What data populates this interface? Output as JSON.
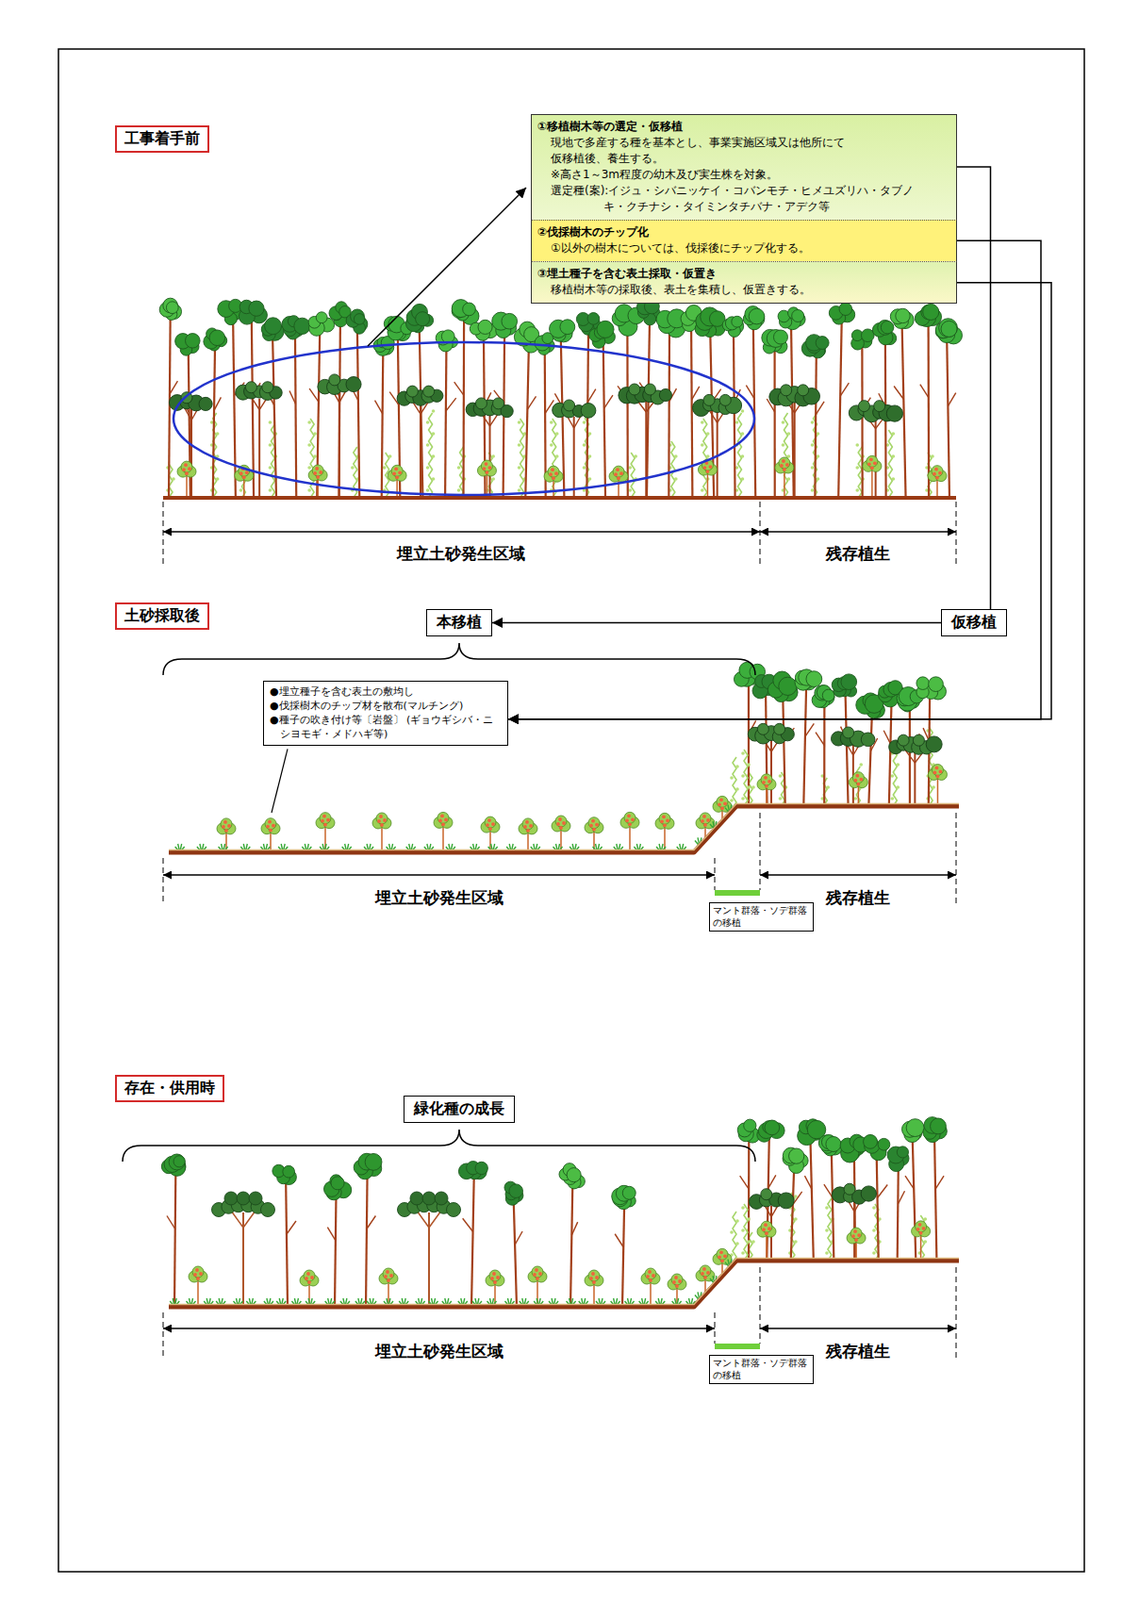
{
  "diagram": {
    "nodes": [
      {
        "text": [
          "工事着手前"
        ]
      },
      {
        "text": [
          "①移植樹木等の選定・仮移植",
          "現地で多産する種を基本とし、事業実施区域又は他所にて仮移植後、養生する。",
          "※高さ1～3m程度の幼木及び実生株を対象。",
          "選定種(案):イジュ・シバニッケイ・コバンモチ・ヒメユズリハ・タブノキ・クチナシ・タイミンタチバナ・アデク等"
        ]
      },
      {
        "text": [
          "②伐採樹木のチップ化",
          "①以外の樹木については、伐採後にチップ化する。"
        ]
      },
      {
        "text": [
          "③埋土種子を含む表土採取・仮置き",
          "移植樹木等の採取後、表土を集積し、仮置きする。"
        ]
      },
      {
        "text": [
          "土砂採取後"
        ]
      },
      {
        "text": [
          "本移植"
        ]
      },
      {
        "text": [
          "仮移植"
        ]
      },
      {
        "text": [
          "●埋立種子を含む表土の敷均し",
          "●伐採樹木のチップ材を散布(マルチング)",
          "●種子の吹き付け等〔岩盤〕 (ギョウギシバ・ニシヨモギ・メドハギ等)"
        ]
      },
      {
        "text": [
          "マント群落・ソデ群落の移植"
        ]
      },
      {
        "text": [
          "存在・供用時"
        ]
      },
      {
        "text": [
          "緑化種の成長"
        ]
      },
      {
        "text": [
          "マント群落・ソデ群落の移植"
        ]
      }
    ],
    "edges": [
      {
        "from": 1,
        "to": 6,
        "arrow": "none"
      },
      {
        "from": 6,
        "to": 5,
        "arrow": "to"
      },
      {
        "from": 2,
        "to": 7,
        "arrow": "to"
      },
      {
        "from": 3,
        "to": 7,
        "arrow": "to"
      }
    ],
    "labels": [
      "埋立土砂発生区域",
      "残存植生",
      "埋立土砂発生区域",
      "残存植生",
      "埋立土砂発生区域",
      "残存植生"
    ]
  }
}
